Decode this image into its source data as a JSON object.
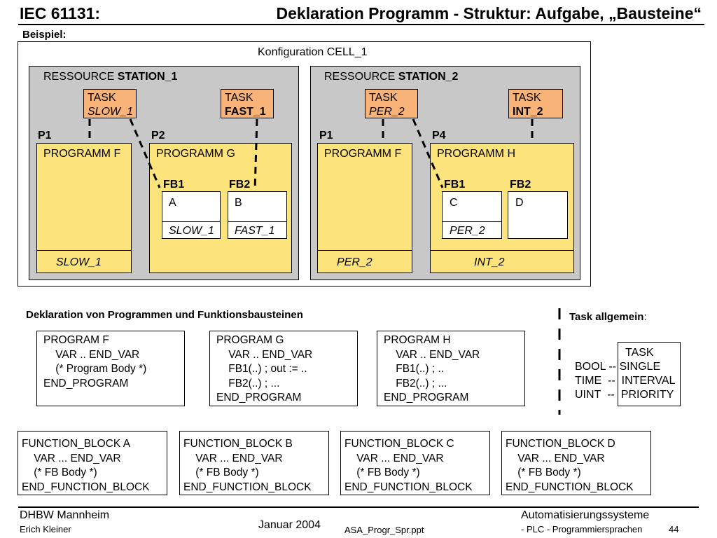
{
  "header": {
    "left_title": "IEC 61131:",
    "right_title": "Deklaration Programm - Struktur: Aufgabe, „Bausteine“",
    "subtitle": "Beispiel:"
  },
  "configuration": {
    "label": "Konfiguration CELL_1",
    "resources": [
      {
        "prefix": "RESSOURCE ",
        "name": "STATION_1",
        "tasks": [
          {
            "line1": "TASK",
            "line2": "SLOW_1"
          },
          {
            "line1": "TASK",
            "line2": "FAST_1"
          }
        ],
        "program_slots": [
          "P1",
          "P2"
        ],
        "programs": [
          {
            "title": "PROGRAMM F",
            "task": "SLOW_1"
          },
          {
            "title": "PROGRAMM G",
            "fb_labels": [
              "FB1",
              "FB2"
            ],
            "fbs": [
              {
                "name": "A",
                "task": "SLOW_1"
              },
              {
                "name": "B",
                "task": "FAST_1"
              }
            ]
          }
        ]
      },
      {
        "prefix": "RESSOURCE ",
        "name": "STATION_2",
        "tasks": [
          {
            "line1": "TASK",
            "line2": "PER_2"
          },
          {
            "line1": "TASK",
            "line2": "INT_2"
          }
        ],
        "program_slots": [
          "P1",
          "P4"
        ],
        "programs": [
          {
            "title": "PROGRAMM F",
            "task": "PER_2"
          },
          {
            "title": "PROGRAMM H",
            "task": "INT_2",
            "fb_labels": [
              "FB1",
              "FB2"
            ],
            "fbs": [
              {
                "name": "C",
                "task": "PER_2"
              },
              {
                "name": "D",
                "task": ""
              }
            ]
          }
        ]
      }
    ]
  },
  "declarations": {
    "heading": "Deklaration von Programmen und Funktionsbausteinen",
    "programs": [
      "PROGRAM F\n    VAR .. END_VAR\n    (* Program Body *)\nEND_PROGRAM",
      "PROGRAM G\n    VAR .. END_VAR\n    FB1(..) ; out := ..\n    FB2(..) ; ...\nEND_PROGRAM",
      "PROGRAM H\n    VAR .. END_VAR\n    FB1(..) ; ..\n    FB2(..) ; ...\nEND_PROGRAM"
    ],
    "function_blocks": [
      "FUNCTION_BLOCK A\n    VAR ... END_VAR\n    (* FB Body *)\nEND_FUNCTION_BLOCK",
      "FUNCTION_BLOCK B\n    VAR ... END_VAR\n    (* FB Body *)\nEND_FUNCTION_BLOCK",
      "FUNCTION_BLOCK C\n    VAR ... END_VAR\n    (* FB Body *)\nEND_FUNCTION_BLOCK",
      "FUNCTION_BLOCK D\n    VAR ... END_VAR\n    (* FB Body *)\nEND_FUNCTION_BLOCK"
    ]
  },
  "task_general": {
    "heading": "Task allgemein",
    "heading_suffix": ":",
    "box_title": "TASK",
    "rows": [
      {
        "type": "BOOL",
        "sep": "--",
        "name": "SINGLE"
      },
      {
        "type": "TIME",
        "sep": "--",
        "name": "INTERVAL"
      },
      {
        "type": "UINT",
        "sep": "--",
        "name": "PRIORITY"
      }
    ]
  },
  "footer": {
    "org": "DHBW  Mannheim",
    "author": "Erich Kleiner",
    "date": "Januar 2004",
    "file": "ASA_Progr_Spr.ppt",
    "course": "Automatisierungssysteme",
    "topic": "- PLC - Programmiersprachen",
    "page": "44"
  }
}
